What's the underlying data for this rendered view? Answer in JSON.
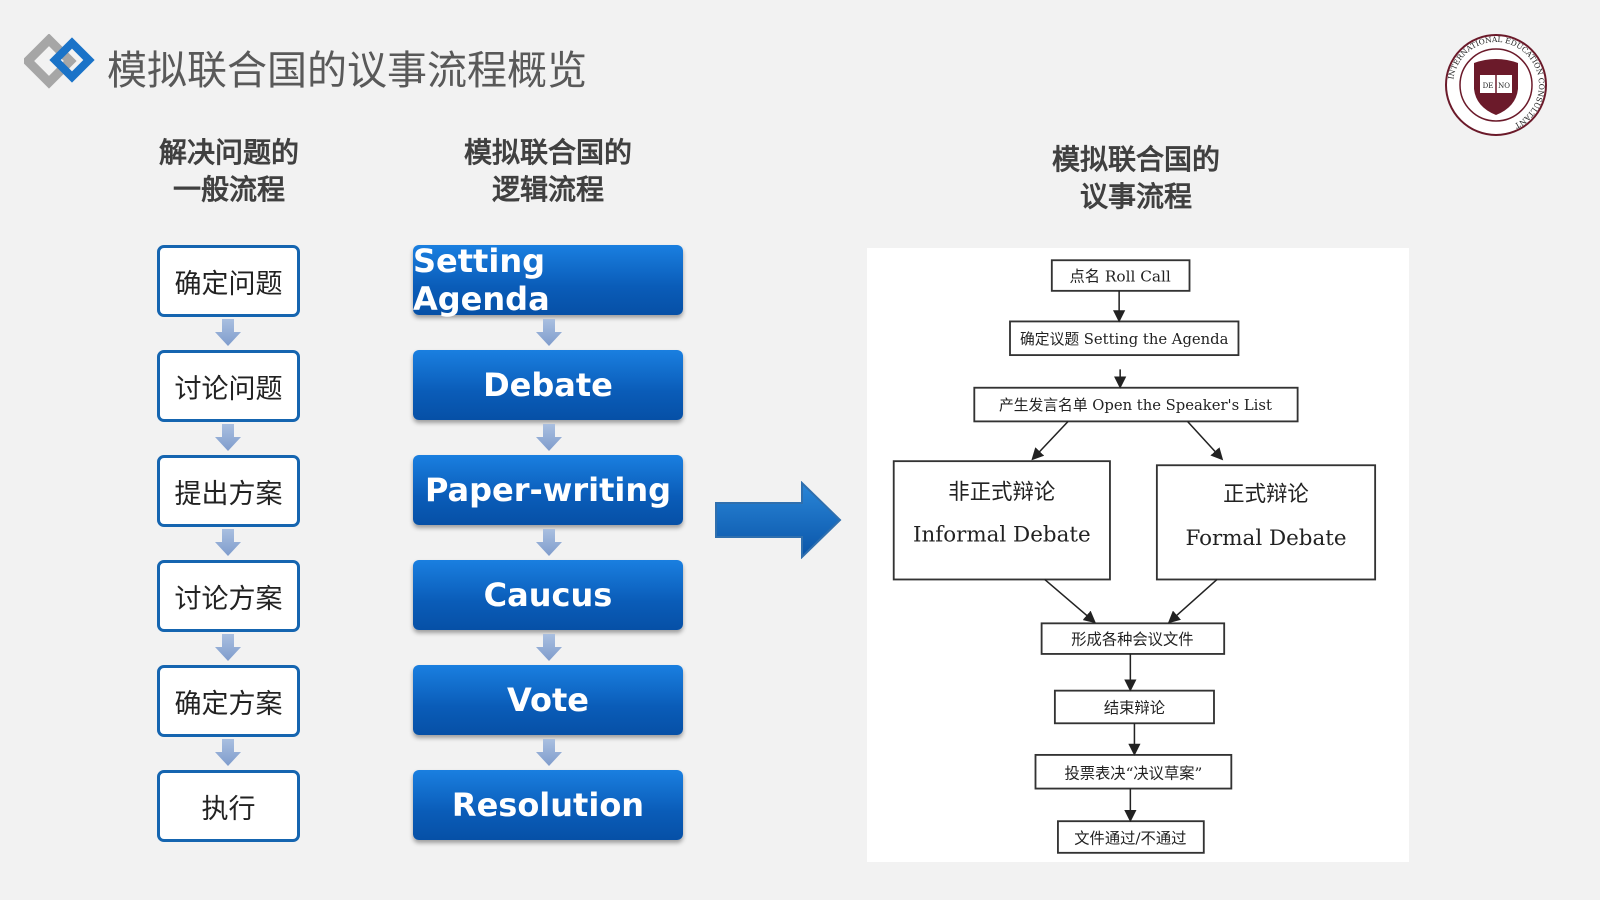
{
  "title": "模拟联合国的议事流程概览",
  "colors": {
    "accent": "#0a5cb8",
    "title_icon_gray": "#a6a6a6",
    "title_icon_blue": "#1a73c8",
    "logo": "#6b1a2a"
  },
  "logo": {
    "text": "INTERNATIONAL EDUCATION CONSULTANT",
    "shield_text": "DE NO"
  },
  "column1": {
    "heading_line1": "解决问题的",
    "heading_line2": "一般流程",
    "steps": [
      "确定问题",
      "讨论问题",
      "提出方案",
      "讨论方案",
      "确定方案",
      "执行"
    ]
  },
  "column2": {
    "heading_line1": "模拟联合国的",
    "heading_line2": "逻辑流程",
    "steps": [
      "Setting Agenda",
      "Debate",
      "Paper-writing",
      "Caucus",
      "Vote",
      "Resolution"
    ]
  },
  "column3": {
    "heading_line1": "模拟联合国的",
    "heading_line2": "议事流程"
  },
  "flowchart": {
    "roll_call": "点名  Roll Call",
    "setting_agenda": "确定议题  Setting the Agenda",
    "speakers_list": "产生发言名单  Open the Speaker's List",
    "informal_cn": "非正式辩论",
    "informal_en": "Informal Debate",
    "formal_cn": "正式辩论",
    "formal_en": "Formal Debate",
    "documents": "形成各种会议文件",
    "end_debate": "结束辩论",
    "vote": "投票表决“决议草案”",
    "result": "文件通过/不通过"
  }
}
